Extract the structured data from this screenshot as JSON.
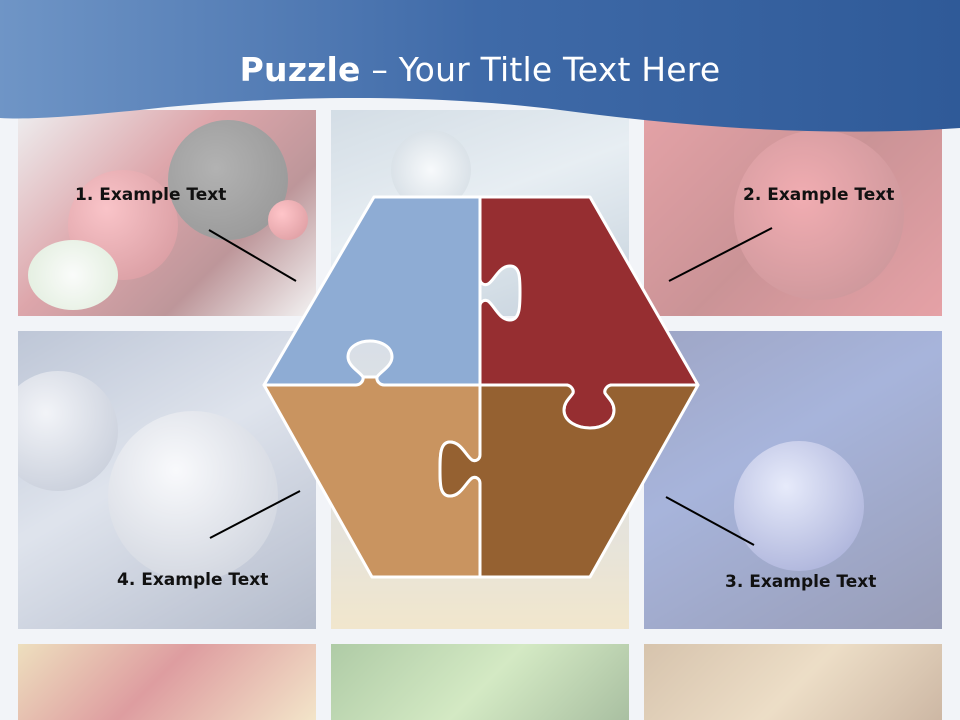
{
  "slide": {
    "title_bold": "Puzzle",
    "title_rest": " – Your Title Text Here"
  },
  "labels": [
    {
      "text": "1. Example Text"
    },
    {
      "text": "2. Example Text"
    },
    {
      "text": "3. Example Text"
    },
    {
      "text": "4. Example Text"
    }
  ],
  "colors": {
    "header": "#3d69a6",
    "piece_top_left": "#8eacd4",
    "piece_top_right": "#962e31",
    "piece_bottom_left": "#c99460",
    "piece_bottom_right": "#956131",
    "piece_outline": "#ffffff",
    "connector_line": "#000000"
  },
  "background_photos": [
    {
      "name": "red-ornaments-photo"
    },
    {
      "name": "silver-star-photo"
    },
    {
      "name": "red-beads-photo"
    },
    {
      "name": "silver-baubles-photo"
    },
    {
      "name": "center-photo"
    },
    {
      "name": "blue-bauble-photo"
    },
    {
      "name": "gold-ribbon-photo"
    },
    {
      "name": "green-ornament-photo"
    },
    {
      "name": "gift-box-photo"
    }
  ]
}
